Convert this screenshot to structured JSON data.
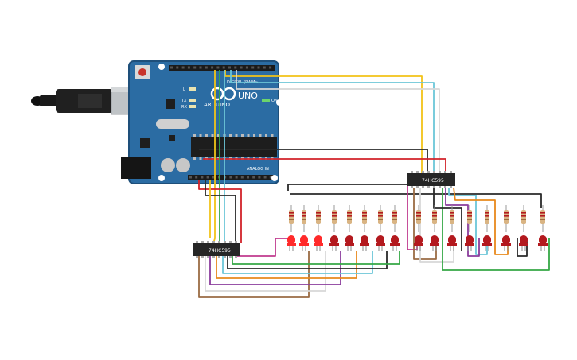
{
  "board": {
    "logo_text": "ARDUINO",
    "model": "UNO",
    "on_label": "ON",
    "digital_label": "DIGITAL (PWM~)",
    "analog_label": "ANALOG IN",
    "l_label": "L",
    "tx_label": "TX",
    "rx_label": "RX"
  },
  "chips": [
    {
      "label": "74HC595"
    },
    {
      "label": "74HC595"
    }
  ],
  "leds": {
    "count": 16,
    "lit_count": 3,
    "led_color": "#b3191e",
    "lit_color": "#ff2a2a"
  },
  "colors": {
    "board": "#2b6ca3",
    "board_dark": "#1e4f7a",
    "wire_yellow": "#f2c318",
    "wire_cyan": "#6cc6d8",
    "wire_black": "#2a2a2a",
    "wire_red": "#d2232a",
    "wire_green": "#35a845",
    "wire_purple": "#8a3c9c",
    "wire_orange": "#e8891c",
    "wire_brown": "#9a6b44",
    "wire_magenta": "#c03a8f",
    "wire_white": "#d8d8d8",
    "wire_blue": "#3a6fd0"
  },
  "icons": [
    "usb-cable-icon",
    "power-jack-icon",
    "reset-button-icon",
    "infinity-logo-icon"
  ]
}
